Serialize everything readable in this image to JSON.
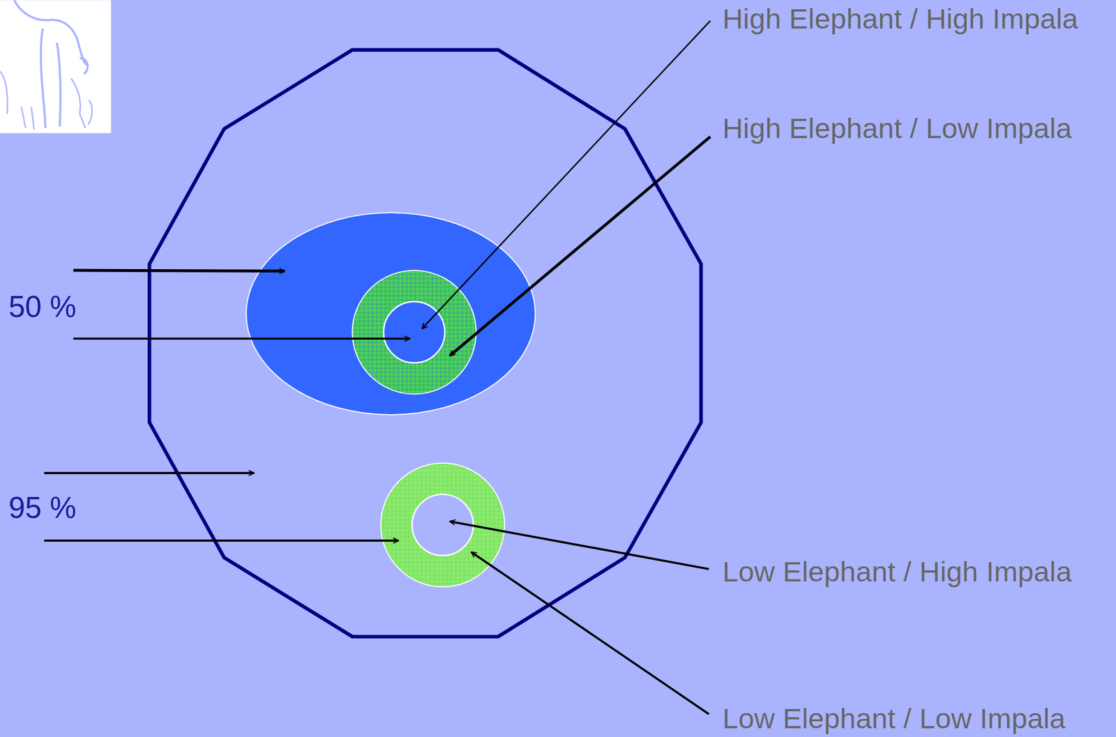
{
  "diagram": {
    "labels": [
      "High Elephant / High Impala",
      "High Elephant / Low Impala",
      "50 %",
      "95 %",
      "Low Elephant / High Impala",
      "Low Elephant / Low Impala"
    ]
  }
}
